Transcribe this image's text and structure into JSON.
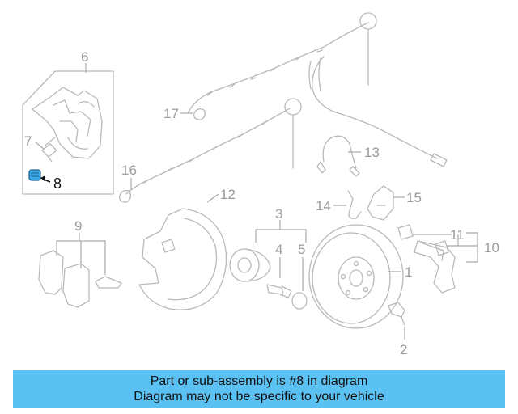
{
  "diagram": {
    "callouts": {
      "c1": "1",
      "c2": "2",
      "c3": "3",
      "c4": "4",
      "c5": "5",
      "c6": "6",
      "c7": "7",
      "c8": "8",
      "c9": "9",
      "c10": "10",
      "c11": "11",
      "c12": "12",
      "c13": "13",
      "c14": "14",
      "c15": "15",
      "c16": "16",
      "c17": "17"
    },
    "highlighted_part": "8",
    "highlight_color": "#3aa7e6"
  },
  "banner": {
    "line1": "Part or sub-assembly is #8 in diagram",
    "line2": "Diagram may not be specific to your vehicle",
    "background": "#5ac1f2"
  }
}
